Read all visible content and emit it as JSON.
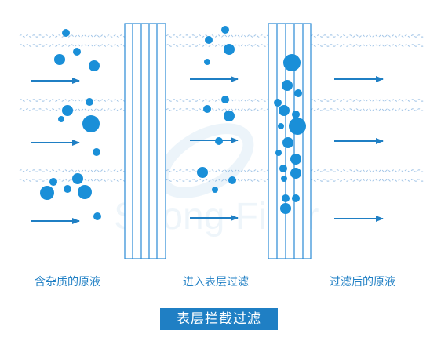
{
  "labels": {
    "raw_liquid": "含杂质的原液",
    "entering_layer": "进入表层过滤",
    "filtered_liquid": "过滤后的原液"
  },
  "title": "表层拦截过滤",
  "watermark": "Strong Filter",
  "colors": {
    "accent": "#1f7fc4",
    "particle": "#1a8fd8",
    "wave": "#9fc3e6",
    "filter_stroke": "#2a8ad6",
    "label_bg": "#1f7fc4"
  }
}
